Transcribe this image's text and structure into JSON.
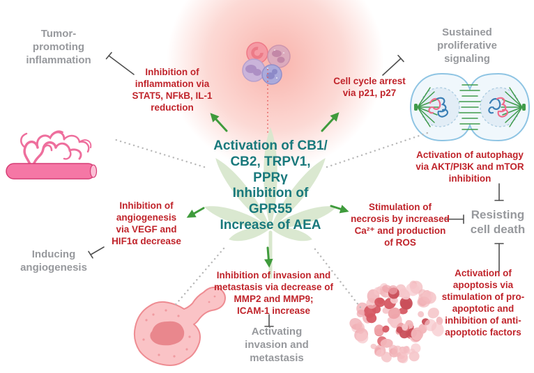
{
  "labels": {
    "center": "Activation of CB1/\nCB2, TRPV1,\nPPRγ\nInhibition of\nGPR55\nIncrease of AEA",
    "hallmarks": {
      "tumor_promoting_inflammation": "Tumor-\npromoting\ninflammation",
      "sustained_proliferative_signaling": "Sustained\nproliferative\nsignaling",
      "resisting_cell_death": "Resisting\ncell death",
      "activating_invasion_metastasis": "Activating\ninvasion and\nmetastasis",
      "inducing_angiogenesis": "Inducing\nangiogenesis"
    },
    "mechanisms": {
      "inflammation": "Inhibition of\ninflammation via\nSTAT5, NFkB, IL-1\nreduction",
      "cell_cycle": "Cell cycle arrest\nvia p21, p27",
      "autophagy": "Activation of autophagy\nvia AKT/PI3K and mTOR\ninhibition",
      "necrosis": "Stimulation of\nnecrosis by increased\nCa²⁺ and production\nof ROS",
      "apoptosis": "Activation of\napoptosis via\nstimulation of pro-\napoptotic and\ninhibition of anti-\napoptotic factors",
      "invasion": "Inhibition of invasion and\nmetastasis via decrease of\nMMP2 and MMP9;\nICAM-1 increase",
      "angiogenesis": "Inhibition of\nangiogenesis\nvia VEGF and\nHIF1α decrease"
    }
  },
  "colors": {
    "mechanism_text": "#c0242b",
    "hallmark_text": "#97999d",
    "center_text": "#19797c",
    "activation_arrow": "#3f9b3c",
    "inhibition_line": "#4f4f4f",
    "dotted_line_gray": "#b8b8b8",
    "dotted_line_red": "#e25b5b",
    "leaf_green": "#d8e7cd"
  },
  "illustrations": [
    "cannabis-leaf",
    "immune-cell-cluster",
    "mitotic-cell-division",
    "blood-vessel-angiogenesis",
    "migrating-tumor-cell",
    "tumor-cell-cluster"
  ]
}
